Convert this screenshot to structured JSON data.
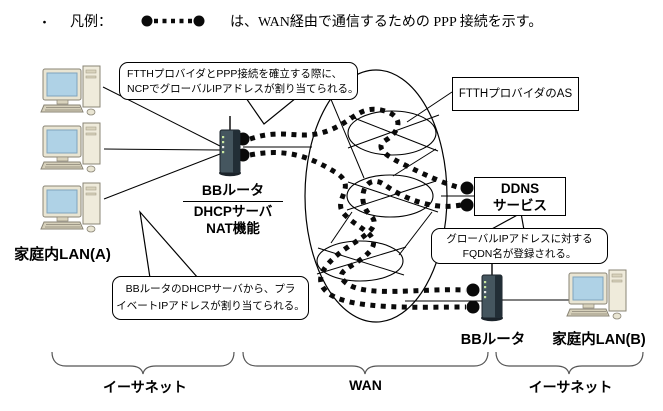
{
  "legend": {
    "bullet": "・",
    "label": "凡例：",
    "symbol": "ppp-dotted-line-with-endpoints",
    "text": "は、WAN経由で通信するための PPP 接続を示す。"
  },
  "callouts": {
    "ncp": {
      "line1": "FTTHプロバイダとPPP接続を確立する際に、",
      "line2": "NCPでグローバルIPアドレスが割り当てられる。"
    },
    "dhcp": {
      "line1": "BBルータのDHCPサーバから、プラ",
      "line2": "イベートIPアドレスが割り当てられる。"
    },
    "fqdn": {
      "line1": "グローバルIPアドレスに対する",
      "line2": "FQDN名が登録される。"
    }
  },
  "nodes": {
    "ftth_as": "FTTHプロバイダのAS",
    "ddns_line1": "DDNS",
    "ddns_line2": "サービス",
    "router_a_name": "BBルータ",
    "router_a_func1": "DHCPサーバ",
    "router_a_func2": "NAT機能",
    "router_b_name": "BBルータ",
    "lan_a": "家庭内LAN(A)",
    "lan_b": "家庭内LAN(B)"
  },
  "segments": {
    "left": "イーサネット",
    "middle": "WAN",
    "right": "イーサネット"
  },
  "colors": {
    "line": "#000000",
    "ppp": "#0a0a0a",
    "brace": "#555555",
    "pc_chassis": "#e9e5d3",
    "pc_screen": "#afd2e6",
    "router_body": "#3d4e5a"
  }
}
